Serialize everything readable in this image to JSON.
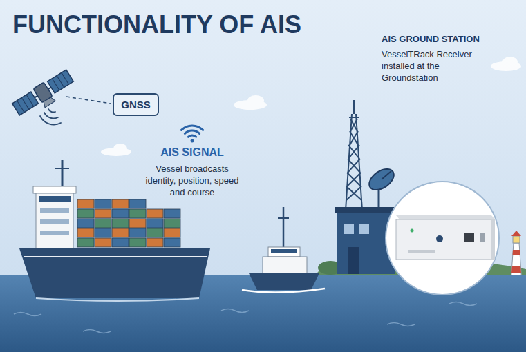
{
  "diagram": {
    "title": "FUNCTIONALITY OF AIS",
    "nodes": [
      {
        "text": [
          "GNSS"
        ]
      }
    ],
    "labels": [
      "AIS SIGNAL",
      "Vessel broadcasts identity, position, speed and course",
      "AIS GROUND STATION",
      "VesselTRack Receiver installed at the Groundstation"
    ]
  }
}
